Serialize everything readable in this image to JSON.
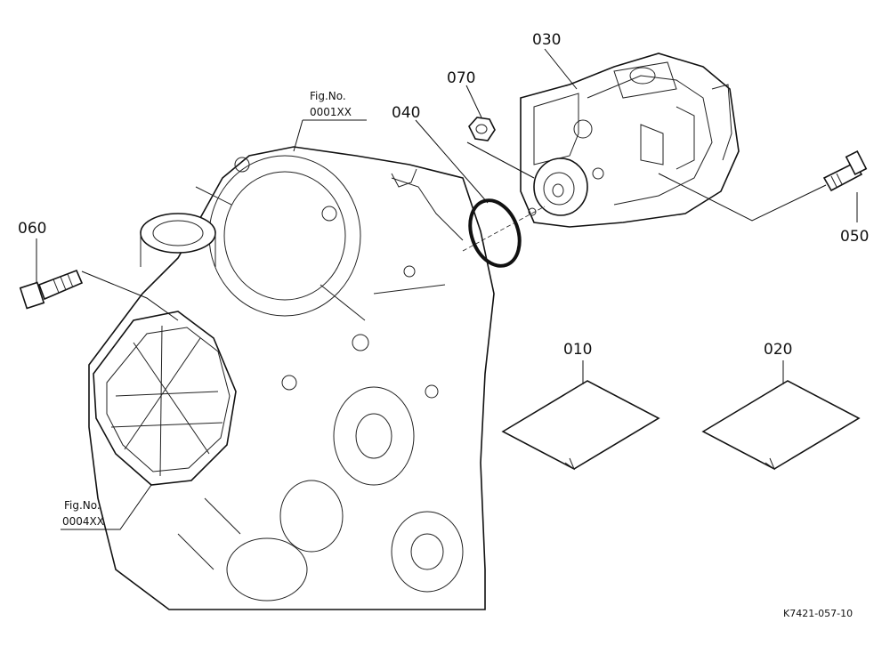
{
  "parts": [
    {
      "ref": "010",
      "name": "label-010"
    },
    {
      "ref": "020",
      "name": "label-020"
    },
    {
      "ref": "030",
      "name": "label-030"
    },
    {
      "ref": "040",
      "name": "label-040"
    },
    {
      "ref": "050",
      "name": "label-050"
    },
    {
      "ref": "060",
      "name": "label-060"
    },
    {
      "ref": "070",
      "name": "label-070"
    }
  ],
  "figure_refs": [
    {
      "line1": "Fig.No.",
      "line2": "0001XX"
    },
    {
      "line1": "Fig.No.",
      "line2": "0004XX"
    }
  ],
  "drawing_code": "K7421-057-10"
}
